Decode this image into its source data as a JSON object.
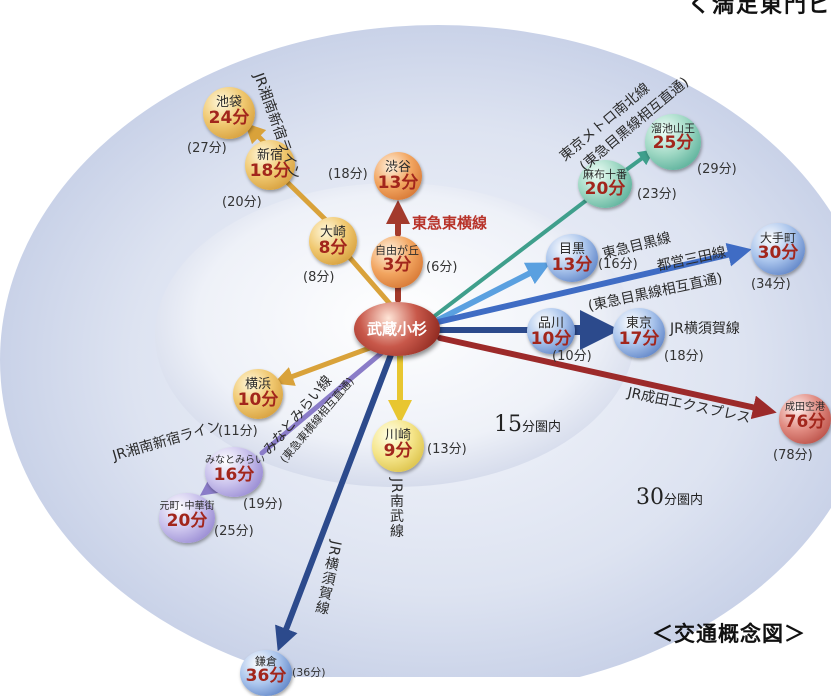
{
  "header_fragment": "く満足東門ビ",
  "caption": "＜交通概念図＞",
  "zones": {
    "inner": {
      "num": "15",
      "unit": "分圏内"
    },
    "outer": {
      "num": "30",
      "unit": "分圏内"
    }
  },
  "center_station": "武蔵小杉",
  "stations": {
    "ikebukuro": {
      "name": "池袋",
      "time": "24分",
      "paren": "(27分)"
    },
    "shinjuku": {
      "name": "新宿",
      "time": "18分",
      "paren": "(20分)"
    },
    "osaki": {
      "name": "大崎",
      "time": "8分",
      "paren": "(8分)"
    },
    "shibuya": {
      "name": "渋谷",
      "time": "13分",
      "paren": "(18分)"
    },
    "jiyugaoka": {
      "name": "自由が丘",
      "time": "3分",
      "paren": "(6分)"
    },
    "tameike": {
      "name": "溜池山王",
      "time": "25分",
      "paren": "(29分)"
    },
    "azabu": {
      "name": "麻布十番",
      "time": "20分",
      "paren": "(23分)"
    },
    "meguro": {
      "name": "目黒",
      "time": "13分",
      "paren": "(16分)"
    },
    "otemachi": {
      "name": "大手町",
      "time": "30分",
      "paren": "(34分)"
    },
    "shinagawa": {
      "name": "品川",
      "time": "10分",
      "paren": "(10分)"
    },
    "tokyo": {
      "name": "東京",
      "time": "17分",
      "paren": "(18分)"
    },
    "narita": {
      "name": "成田空港",
      "time": "76分",
      "paren": "(78分)"
    },
    "yokohama": {
      "name": "横浜",
      "time": "10分",
      "paren": "(11分)"
    },
    "minatomirai": {
      "name": "みなとみらい",
      "time": "16分",
      "paren": "(19分)"
    },
    "motomachi": {
      "name": "元町･中華街",
      "time": "20分",
      "paren": "(25分)"
    },
    "kawasaki": {
      "name": "川崎",
      "time": "9分",
      "paren": "(13分)"
    },
    "kamakura": {
      "name": "鎌倉",
      "time": "36分",
      "paren": "(36分)"
    }
  },
  "lines": {
    "toyoko": "東急東横線",
    "jr_shonan_top": "JR湘南新宿ライン",
    "namboku_1": "東京メトロ南北線",
    "namboku_2": "(東急目黒線相互直通)",
    "meguro_line": "東急目黒線",
    "mita_1": "都営三田線",
    "mita_2": "(東急目黒線相互直通)",
    "yokosuka_east": "JR横須賀線",
    "narita_express": "JR成田エクスプレス",
    "jr_shonan_left": "JR湘南新宿ライン",
    "minatomirai_1": "みなとみらい線",
    "minatomirai_2": "(東急東横線相互直通)",
    "nambu": "JR南武線",
    "yokosuka_south": "JR横須賀線"
  },
  "colors": {
    "toyoko": "#a33a2c",
    "jr_shonan": "#d9a23a",
    "namboku": "#3f9f8c",
    "meguro": "#5aa0e0",
    "mita": "#3f6cc4",
    "yokosuka": "#2c4a8c",
    "narita": "#9c2a2a",
    "minatomirai": "#8a7cc8",
    "nambu": "#e8c630"
  }
}
